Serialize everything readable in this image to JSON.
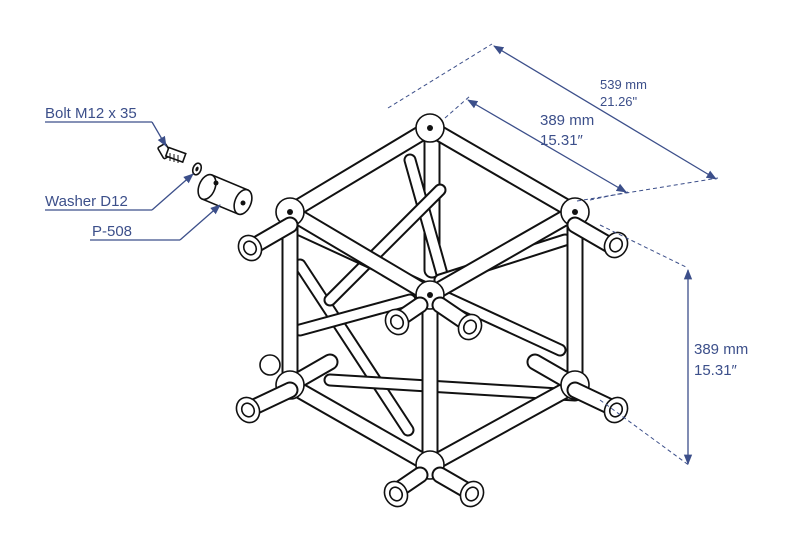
{
  "labels": {
    "bolt": "Bolt M12 x 35",
    "washer": "Washer D12",
    "part": "P-508"
  },
  "dimensions": {
    "overall_width_mm": "539 mm",
    "overall_width_in": "21.26\"",
    "frame_width_mm": "389 mm",
    "frame_width_in": "15.31″",
    "height_mm": "389 mm",
    "height_in": "15.31″"
  },
  "colors": {
    "annotation": "#3c4f8a",
    "ink": "#111111"
  }
}
